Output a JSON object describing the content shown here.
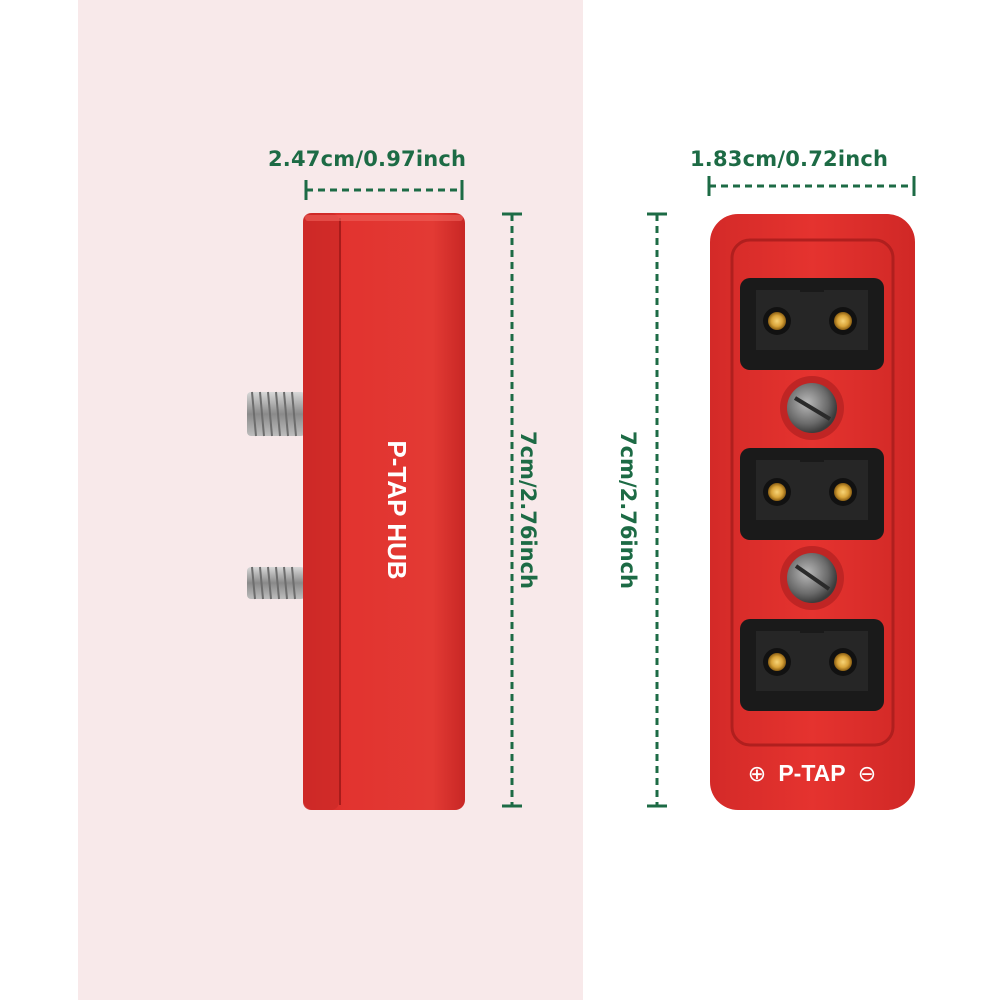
{
  "dimensions": {
    "width_left": "2.47cm/0.97inch",
    "width_right": "1.83cm/0.72inch",
    "height_left": "7cm/2.76inch",
    "height_right": "7cm/2.76inch"
  },
  "product": {
    "side_label": "P-TAP HUB",
    "front_label": "P-TAP",
    "plus_symbol": "⊕",
    "minus_symbol": "⊖"
  },
  "colors": {
    "body_red": "#e0312f",
    "dimension_green": "#1d6b45",
    "left_background": "#f8e9ea"
  }
}
